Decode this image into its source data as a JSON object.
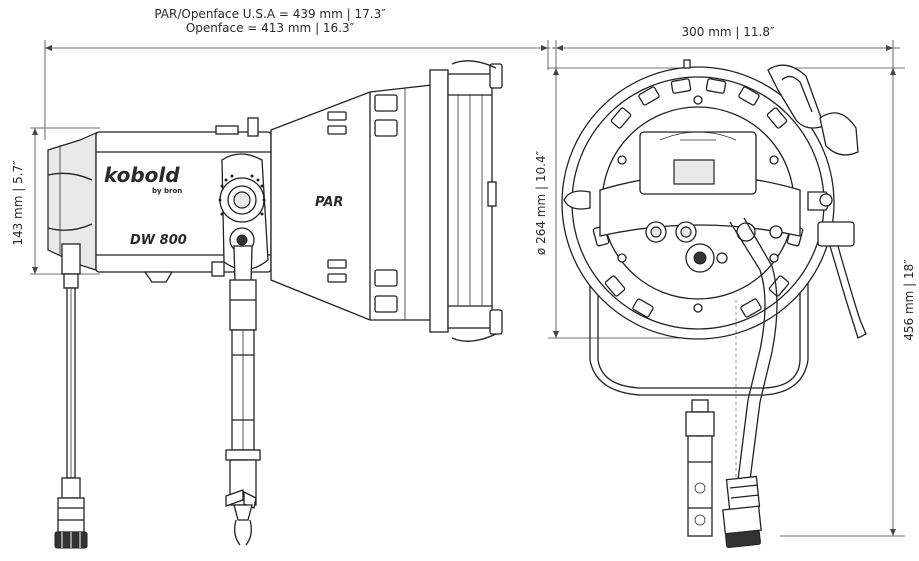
{
  "dimensions": {
    "top_left_line1": "PAR/Openface U.S.A = 439 mm  |  17.3″",
    "top_left_line2": "Openface = 413 mm  |  16.3″",
    "top_right": "300 mm  |  11.8″",
    "left_height": "143 mm  |  5.7″",
    "diameter": "ø 264 mm  |  10.4″",
    "right_height": "456 mm  |  18″"
  },
  "labels": {
    "brand": "kobold",
    "brand_sub": "by bron",
    "model": "DW 800",
    "head": "PAR"
  }
}
